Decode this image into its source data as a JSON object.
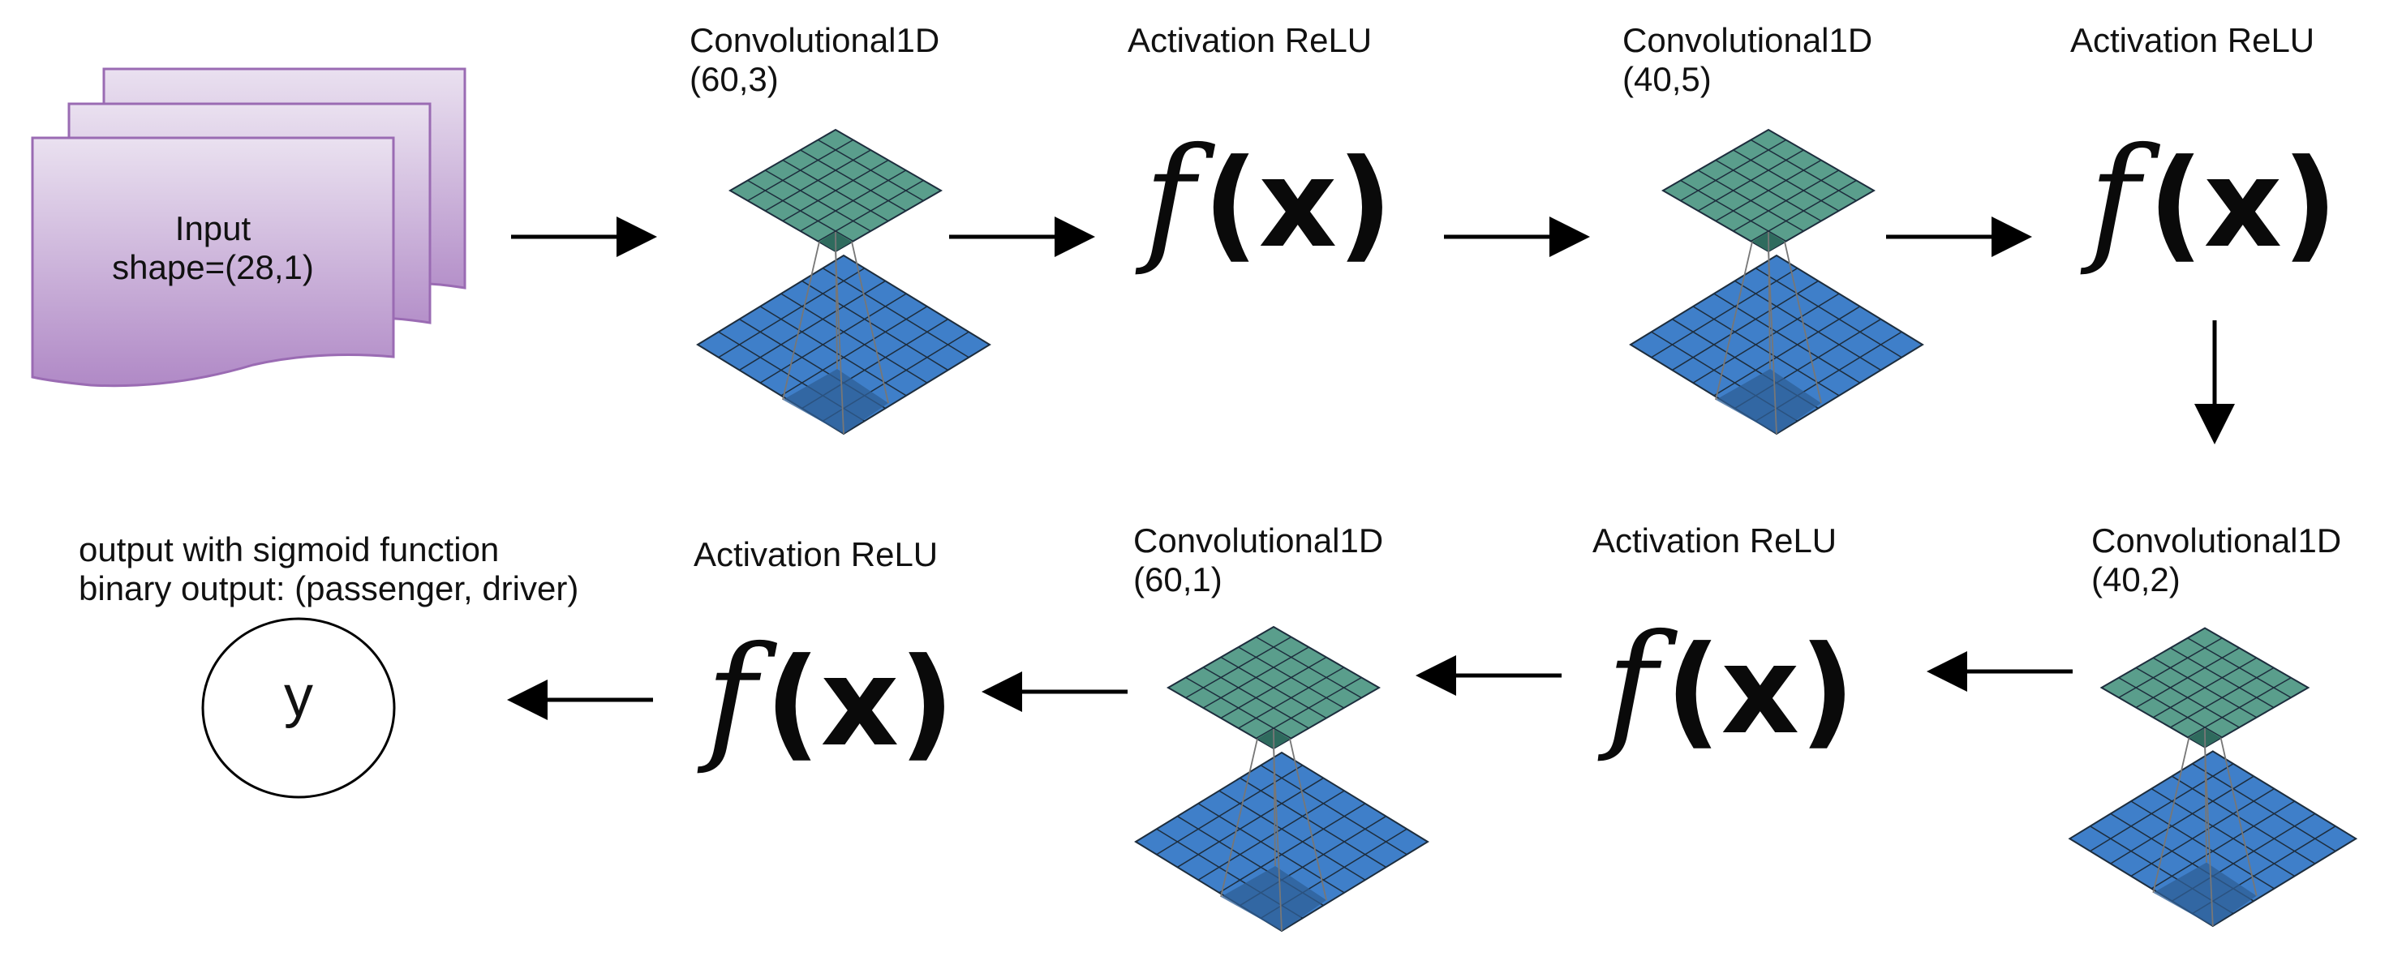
{
  "input": {
    "line1": "Input",
    "line2": "shape=(28,1)"
  },
  "layers": [
    {
      "title": "Convolutional1D",
      "params": "(60,3)"
    },
    {
      "title": "Activation ReLU",
      "fx": "f(x)"
    },
    {
      "title": "Convolutional1D",
      "params": "(40,5)"
    },
    {
      "title": "Activation ReLU",
      "fx": "f(x)"
    },
    {
      "title": "Convolutional1D",
      "params": "(40,2)"
    },
    {
      "title": "Activation ReLU",
      "fx": "f(x)"
    },
    {
      "title": "Convolutional1D",
      "params": "(60,1)"
    },
    {
      "title": "Activation ReLU",
      "fx": "f(x)"
    }
  ],
  "output": {
    "line1": "output with sigmoid function",
    "line2": "binary output: (passenger, driver)",
    "node": "y"
  },
  "colors": {
    "input_fill_top": "#e3d6ec",
    "input_fill_bottom": "#b08ac5",
    "input_stroke": "#9a6bb3",
    "feature_map": "#5a9e8c",
    "input_grid": "#3f7fc9",
    "kernel_shade": "#2f5f96"
  }
}
